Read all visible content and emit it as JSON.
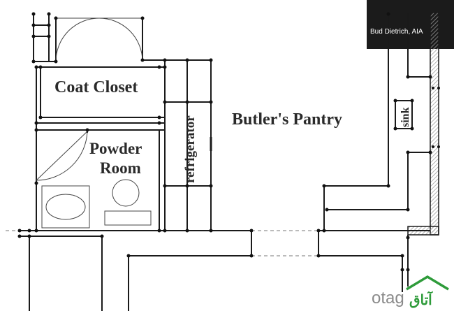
{
  "credit": "Bud Dietrich, AIA",
  "rooms": {
    "coat_closet": "Coat Closet",
    "powder_room_line1": "Powder",
    "powder_room_line2": "Room",
    "butlers_pantry": "Butler's Pantry",
    "refrigerator": "refrigerator",
    "sink": "sink"
  },
  "watermark": {
    "latin": "otag",
    "arabic": "آتاق"
  },
  "colors": {
    "lines": "#1a1a1a",
    "label": "#2a2a2a",
    "wall_hatch": "#bfbfbf",
    "watermark_green": "#2e9b3a"
  }
}
